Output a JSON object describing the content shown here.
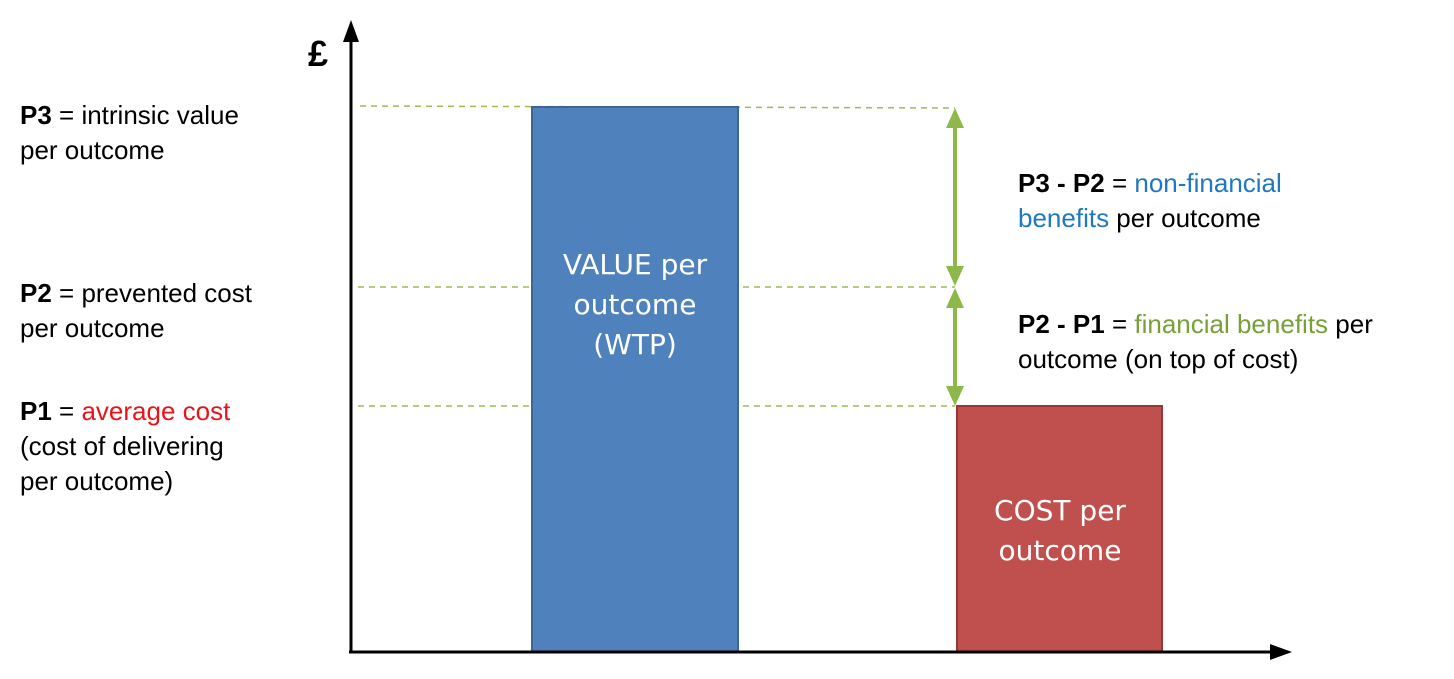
{
  "axis": {
    "y_symbol": "£"
  },
  "colors": {
    "value_bar": "#4f81bd",
    "value_bar_border": "#3d6596",
    "cost_bar": "#c0504d",
    "cost_bar_border": "#953735",
    "dashed_lines": "#9bbb59",
    "arrows": "#8db94a",
    "red_text": "#e8141b",
    "blue_text": "#1f78c1",
    "green_text": "#77a138"
  },
  "left_labels": {
    "p3": {
      "key": "P3",
      "eq": " = intrinsic value",
      "line2": "per outcome"
    },
    "p2": {
      "key": "P2",
      "eq": " = prevented cost",
      "line2": "per outcome"
    },
    "p1": {
      "key": "P1",
      "eq": " = ",
      "highlight": "average cost",
      "line2": "(cost of delivering",
      "line3": "per outcome)"
    }
  },
  "right_labels": {
    "p3p2": {
      "key": "P3 - P2",
      "eq": " = ",
      "highlight1": "non-financial",
      "highlight2": "benefits",
      "rest": " per outcome"
    },
    "p2p1": {
      "key": "P2 - P1",
      "eq": " = ",
      "highlight": "financial benefits",
      "rest": " per",
      "line2": "outcome (on top of cost)"
    }
  },
  "bars": {
    "value": {
      "text": "VALUE per outcome (WTP)"
    },
    "cost": {
      "text": "COST per outcome"
    }
  }
}
